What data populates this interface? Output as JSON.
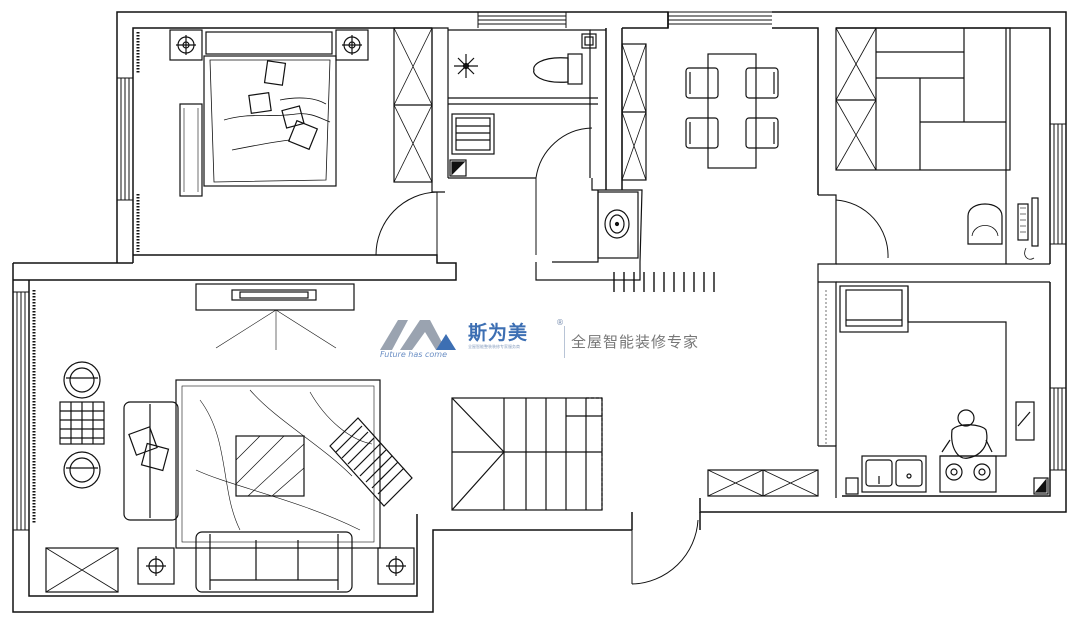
{
  "logo": {
    "brand": "斯为美",
    "registered_mark": "®",
    "tagline": "Future has come",
    "subtext": "全屋智能整装装修专家服务商",
    "slogan": "全屋智能装修专家",
    "colors": {
      "brand_blue": "#3d6fb3",
      "mark_gray": "#9aa3b0",
      "slogan_gray": "#777777"
    }
  },
  "plan": {
    "line_color": "#111111",
    "background": "#ffffff"
  },
  "rooms": [
    {
      "id": "master-bedroom"
    },
    {
      "id": "bathroom"
    },
    {
      "id": "dining-area"
    },
    {
      "id": "study-room"
    },
    {
      "id": "living-room"
    },
    {
      "id": "kitchen"
    },
    {
      "id": "staircase"
    },
    {
      "id": "entrance"
    }
  ]
}
